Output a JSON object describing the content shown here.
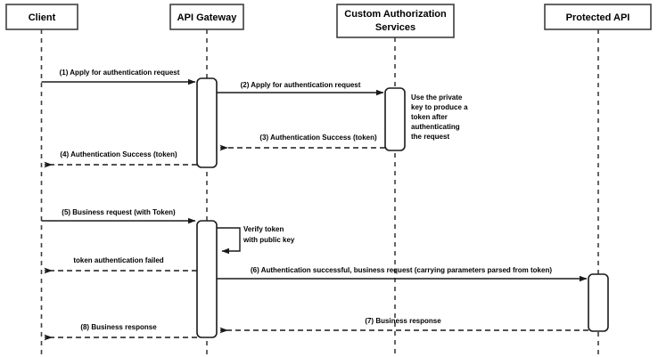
{
  "diagram": {
    "title": "API Gateway token authentication sequence",
    "type": "sequence-diagram",
    "background_color": "#ffffff",
    "line_color": "#1a1a1a",
    "lifeline_color": "#3f3f3f"
  },
  "participants": [
    {
      "id": "client",
      "label": "Client",
      "lines": [
        "Client"
      ]
    },
    {
      "id": "api-gateway",
      "label": "API Gateway",
      "lines": [
        "API Gateway"
      ]
    },
    {
      "id": "custom-authorization-services",
      "label": "Custom Authorization Services",
      "lines": [
        "Custom Authorization",
        "Services"
      ]
    },
    {
      "id": "protected-api",
      "label": "Protected API",
      "lines": [
        "Protected API"
      ]
    }
  ],
  "messages": [
    {
      "seq": "1",
      "label": "(1) Apply for authentication request",
      "from": "client",
      "to": "api-gateway",
      "style": "solid"
    },
    {
      "seq": "2",
      "label": "(2) Apply for authentication request",
      "from": "api-gateway",
      "to": "custom-authorization-services",
      "style": "solid"
    },
    {
      "seq": "3",
      "label": "(3) Authentication Success (token)",
      "from": "custom-authorization-services",
      "to": "api-gateway",
      "style": "dashed"
    },
    {
      "seq": "4",
      "label": "(4) Authentication Success (token)",
      "from": "api-gateway",
      "to": "client",
      "style": "dashed"
    },
    {
      "seq": "5",
      "label": "(5) Business request (with Token)",
      "from": "client",
      "to": "api-gateway",
      "style": "solid"
    },
    {
      "seq": "self",
      "label": "Verify token with public key",
      "lines": [
        "Verify token",
        "with public key"
      ],
      "from": "api-gateway",
      "to": "api-gateway",
      "style": "solid-self"
    },
    {
      "seq": "fail",
      "label": "token authentication failed",
      "from": "api-gateway",
      "to": "client",
      "style": "dashed"
    },
    {
      "seq": "6",
      "label": "(6) Authentication successful, business request (carrying parameters parsed from token)",
      "from": "api-gateway",
      "to": "protected-api",
      "style": "solid"
    },
    {
      "seq": "7",
      "label": "(7) Business response",
      "from": "protected-api",
      "to": "api-gateway",
      "style": "dashed"
    },
    {
      "seq": "8",
      "label": "(8) Business response",
      "from": "api-gateway",
      "to": "client",
      "style": "dashed"
    }
  ],
  "notes": [
    {
      "id": "private-key-note",
      "attached_to": "custom-authorization-services",
      "lines": [
        "Use the private",
        "key to produce a",
        "token after",
        "authenticating",
        "the request"
      ]
    }
  ]
}
